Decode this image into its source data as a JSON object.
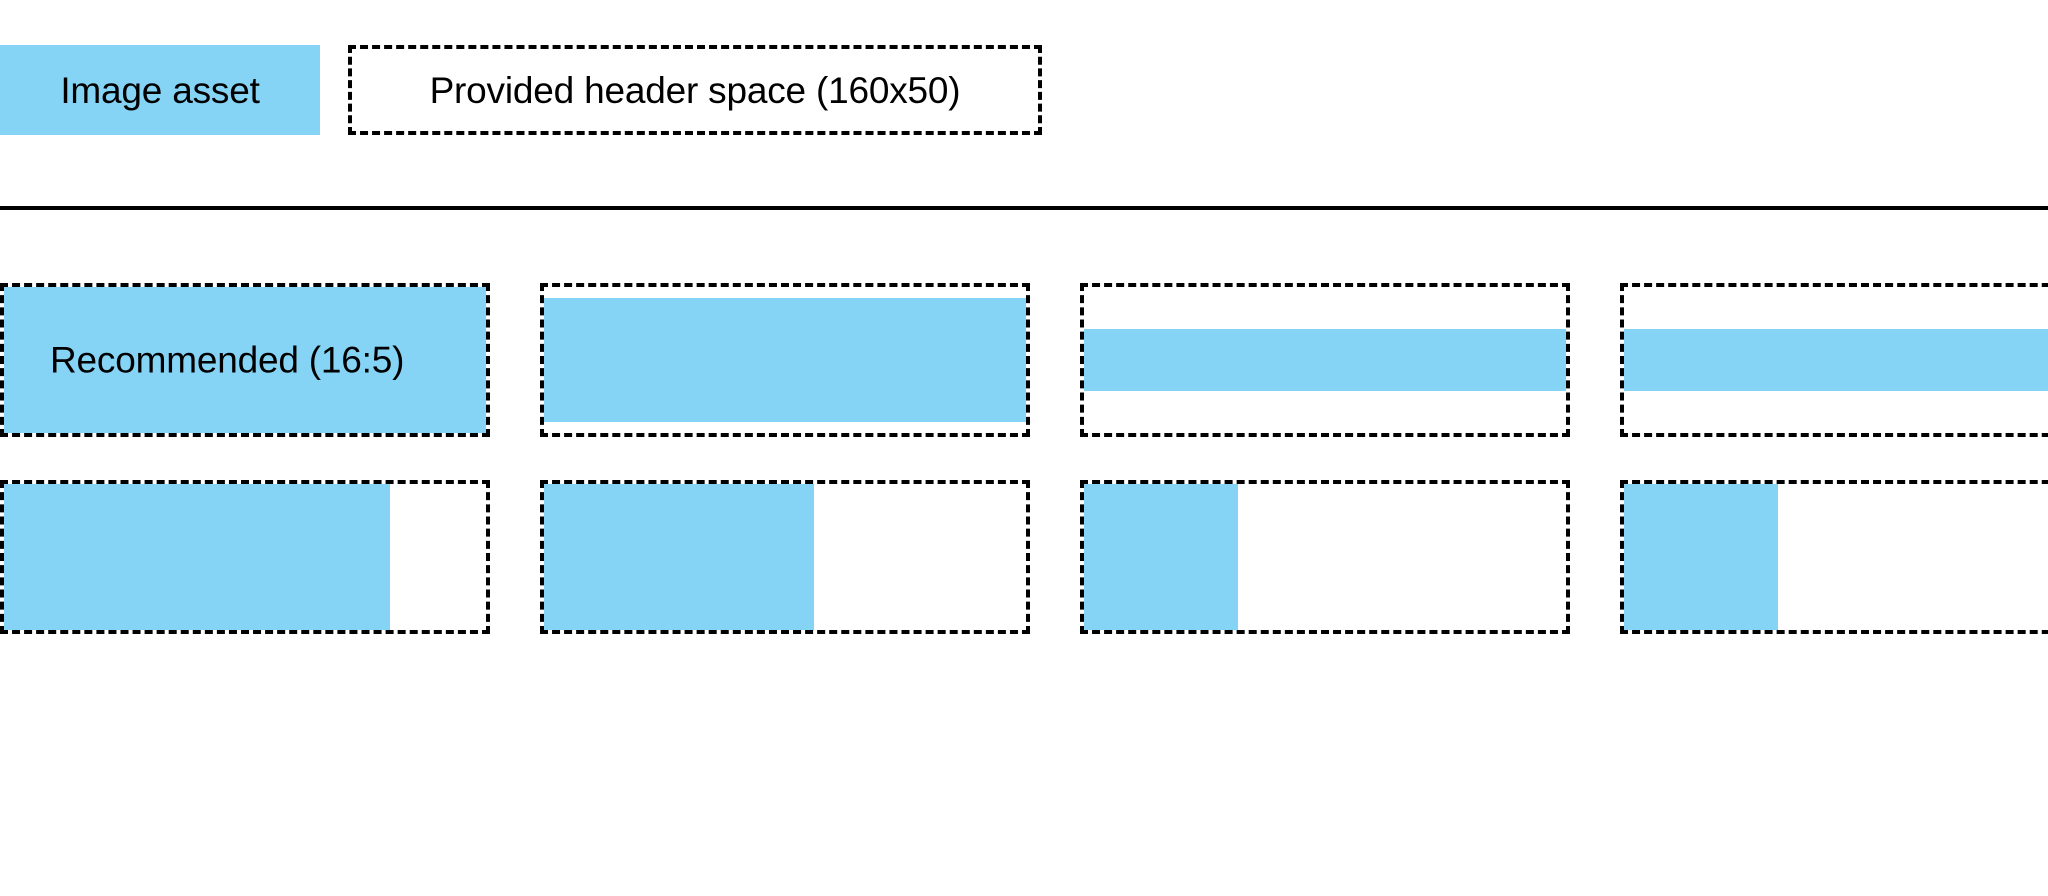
{
  "legend": {
    "asset_swatch_label": "Image asset",
    "header_space_label": "Provided header space (160x50)",
    "asset_color": "#85d3f5",
    "outline_color": "#000000",
    "background_color": "#ffffff"
  },
  "divider": {
    "color": "#000000"
  },
  "samples": {
    "recommended_label": "Recommended (16:5)",
    "rows": [
      {
        "name": "row-1-height-variation",
        "cells": [
          {
            "name": "r1c1",
            "fill_width_pct": 100,
            "fill_height_pct": 100,
            "align_x": "left",
            "align_y": "center",
            "label": "Recommended (16:5)"
          },
          {
            "name": "r1c2",
            "fill_width_pct": 100,
            "fill_height_pct": 85,
            "align_x": "left",
            "align_y": "center",
            "label": ""
          },
          {
            "name": "r1c3",
            "fill_width_pct": 100,
            "fill_height_pct": 43,
            "align_x": "left",
            "align_y": "center",
            "label": ""
          },
          {
            "name": "r1c4",
            "fill_width_pct": 100,
            "fill_height_pct": 43,
            "align_x": "left",
            "align_y": "center",
            "label": ""
          }
        ]
      },
      {
        "name": "row-2-width-variation",
        "cells": [
          {
            "name": "r2c1",
            "fill_width_pct": 80,
            "fill_height_pct": 100,
            "align_x": "left",
            "align_y": "top",
            "label": ""
          },
          {
            "name": "r2c2",
            "fill_width_pct": 56,
            "fill_height_pct": 100,
            "align_x": "left",
            "align_y": "top",
            "label": ""
          },
          {
            "name": "r2c3",
            "fill_width_pct": 32,
            "fill_height_pct": 100,
            "align_x": "left",
            "align_y": "top",
            "label": ""
          },
          {
            "name": "r2c4",
            "fill_width_pct": 32,
            "fill_height_pct": 100,
            "align_x": "left",
            "align_y": "top",
            "label": ""
          }
        ]
      }
    ]
  }
}
